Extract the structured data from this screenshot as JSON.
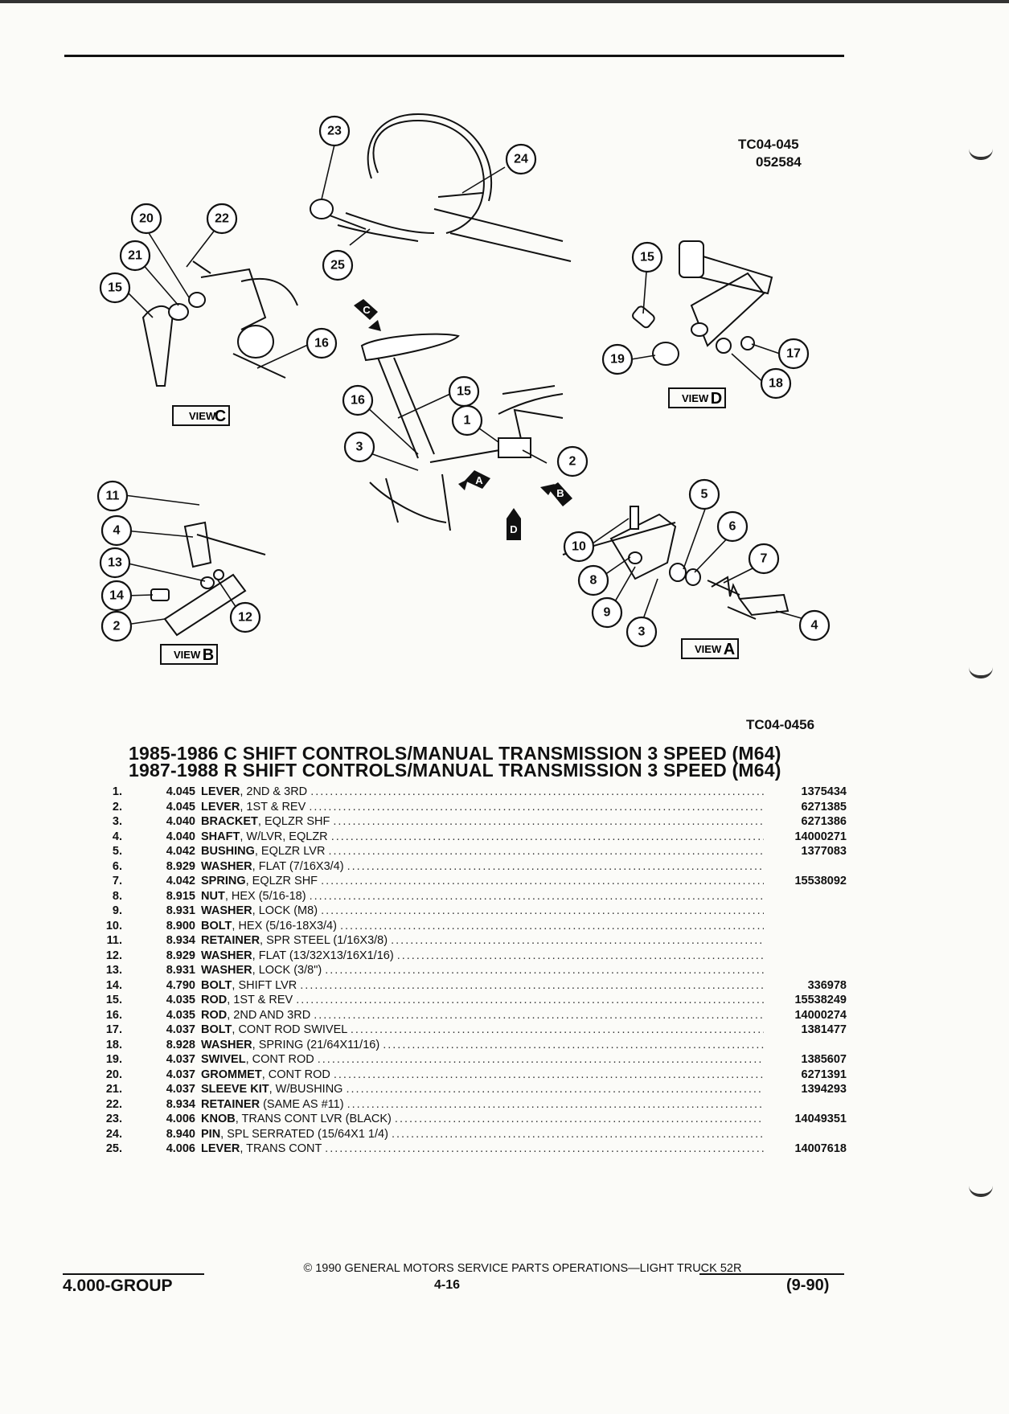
{
  "header": {
    "ref_code_1": "TC04-045",
    "ref_code_2": "052584",
    "ref_code_3": "TC04-0456"
  },
  "diagram": {
    "view_prefix": "VIEW",
    "views": [
      "C",
      "D",
      "B",
      "A"
    ],
    "direction_arrows": [
      "A",
      "B",
      "C",
      "D"
    ],
    "callouts": [
      "23",
      "24",
      "25",
      "20",
      "22",
      "21",
      "15",
      "16",
      "15",
      "19",
      "17",
      "18",
      "16",
      "15",
      "1",
      "3",
      "2",
      "11",
      "4",
      "13",
      "14",
      "2",
      "12",
      "5",
      "6",
      "7",
      "10",
      "8",
      "9",
      "3",
      "4"
    ]
  },
  "title": {
    "line1": "1985-1986 C SHIFT CONTROLS/MANUAL TRANSMISSION 3 SPEED (M64)",
    "line2": "1987-1988 R SHIFT CONTROLS/MANUAL TRANSMISSION 3 SPEED (M64)"
  },
  "parts": [
    {
      "num": "1.",
      "group": "4.045",
      "name": "LEVER",
      "detail": ", 2ND & 3RD",
      "pn": "1375434"
    },
    {
      "num": "2.",
      "group": "4.045",
      "name": "LEVER",
      "detail": ", 1ST & REV",
      "pn": "6271385"
    },
    {
      "num": "3.",
      "group": "4.040",
      "name": "BRACKET",
      "detail": ", EQLZR SHF",
      "pn": "6271386"
    },
    {
      "num": "4.",
      "group": "4.040",
      "name": "SHAFT",
      "detail": ", W/LVR, EQLZR",
      "pn": "14000271"
    },
    {
      "num": "5.",
      "group": "4.042",
      "name": "BUSHING",
      "detail": ", EQLZR LVR",
      "pn": "1377083"
    },
    {
      "num": "6.",
      "group": "8.929",
      "name": "WASHER",
      "detail": ", FLAT (7/16X3/4)",
      "pn": ""
    },
    {
      "num": "7.",
      "group": "4.042",
      "name": "SPRING",
      "detail": ", EQLZR SHF",
      "pn": "15538092"
    },
    {
      "num": "8.",
      "group": "8.915",
      "name": "NUT",
      "detail": ", HEX (5/16-18)",
      "pn": ""
    },
    {
      "num": "9.",
      "group": "8.931",
      "name": "WASHER",
      "detail": ", LOCK (M8)",
      "pn": ""
    },
    {
      "num": "10.",
      "group": "8.900",
      "name": "BOLT",
      "detail": ", HEX (5/16-18X3/4)",
      "pn": ""
    },
    {
      "num": "11.",
      "group": "8.934",
      "name": "RETAINER",
      "detail": ", SPR STEEL (1/16X3/8)",
      "pn": ""
    },
    {
      "num": "12.",
      "group": "8.929",
      "name": "WASHER",
      "detail": ", FLAT (13/32X13/16X1/16)",
      "pn": ""
    },
    {
      "num": "13.",
      "group": "8.931",
      "name": "WASHER",
      "detail": ", LOCK (3/8\")",
      "pn": ""
    },
    {
      "num": "14.",
      "group": "4.790",
      "name": "BOLT",
      "detail": ", SHIFT LVR",
      "pn": "336978"
    },
    {
      "num": "15.",
      "group": "4.035",
      "name": "ROD",
      "detail": ", 1ST & REV",
      "pn": "15538249"
    },
    {
      "num": "16.",
      "group": "4.035",
      "name": "ROD",
      "detail": ", 2ND AND 3RD",
      "pn": "14000274"
    },
    {
      "num": "17.",
      "group": "4.037",
      "name": "BOLT",
      "detail": ", CONT ROD SWIVEL",
      "pn": "1381477"
    },
    {
      "num": "18.",
      "group": "8.928",
      "name": "WASHER",
      "detail": ", SPRING (21/64X11/16)",
      "pn": ""
    },
    {
      "num": "19.",
      "group": "4.037",
      "name": "SWIVEL",
      "detail": ", CONT ROD",
      "pn": "1385607"
    },
    {
      "num": "20.",
      "group": "4.037",
      "name": "GROMMET",
      "detail": ", CONT ROD",
      "pn": "6271391"
    },
    {
      "num": "21.",
      "group": "4.037",
      "name": "SLEEVE KIT",
      "detail": ", W/BUSHING",
      "pn": "1394293"
    },
    {
      "num": "22.",
      "group": "8.934",
      "name": "RETAINER",
      "detail": " (SAME AS #11)",
      "pn": ""
    },
    {
      "num": "23.",
      "group": "4.006",
      "name": "KNOB",
      "detail": ", TRANS CONT LVR (BLACK)",
      "pn": "14049351"
    },
    {
      "num": "24.",
      "group": "8.940",
      "name": "PIN",
      "detail": ", SPL SERRATED (15/64X1 1/4)",
      "pn": ""
    },
    {
      "num": "25.",
      "group": "4.006",
      "name": "LEVER",
      "detail": ", TRANS CONT",
      "pn": "14007618"
    }
  ],
  "footer": {
    "copyright": "© 1990 GENERAL MOTORS SERVICE PARTS OPERATIONS—LIGHT TRUCK 52R",
    "group": "4.000-GROUP",
    "page": "4-16",
    "date": "(9-90)"
  }
}
